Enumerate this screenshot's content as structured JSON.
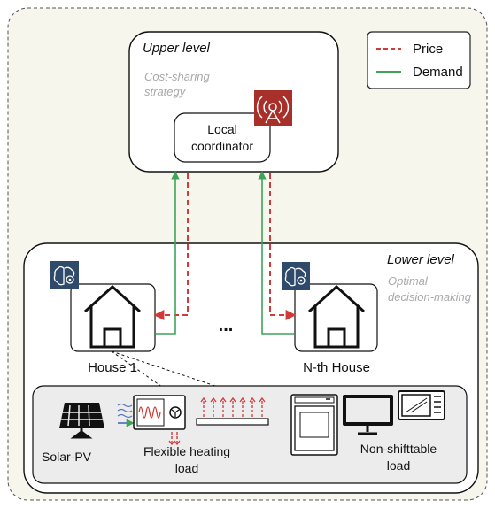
{
  "legend": {
    "price_label": "Price",
    "demand_label": "Demand",
    "price_color": "#d23a3a",
    "demand_color": "#3fa35c"
  },
  "upper_level": {
    "title": "Upper level",
    "strategy_line1": "Cost-sharing",
    "strategy_line2": "strategy",
    "coordinator_line1": "Local",
    "coordinator_line2": "coordinator",
    "icon": "signal-antenna-icon",
    "icon_color": "#a8302a"
  },
  "lower_level": {
    "title": "Lower level",
    "decision_line1": "Optimal",
    "decision_line2": "decision-making",
    "ellipsis": "...",
    "house1_label": "House 1",
    "houseN_label": "N-th House",
    "brain_icon": "ai-brain-gear-icon",
    "brain_icon_color": "#2f4a6b"
  },
  "appliances": {
    "solar_label": "Solar-PV",
    "flexible_line1": "Flexible heating",
    "flexible_line2": "load",
    "nonshift_line1": "Non-shifttable",
    "nonshift_line2": "load",
    "icons": [
      "solar-panel-icon",
      "heat-pump-icon",
      "floor-heating-icon",
      "washing-machine-icon",
      "monitor-icon",
      "microwave-icon"
    ]
  },
  "colors": {
    "outer_bg": "#f7f6ec",
    "lower_bg": "#ffffff",
    "appliance_bg": "#ececec"
  }
}
